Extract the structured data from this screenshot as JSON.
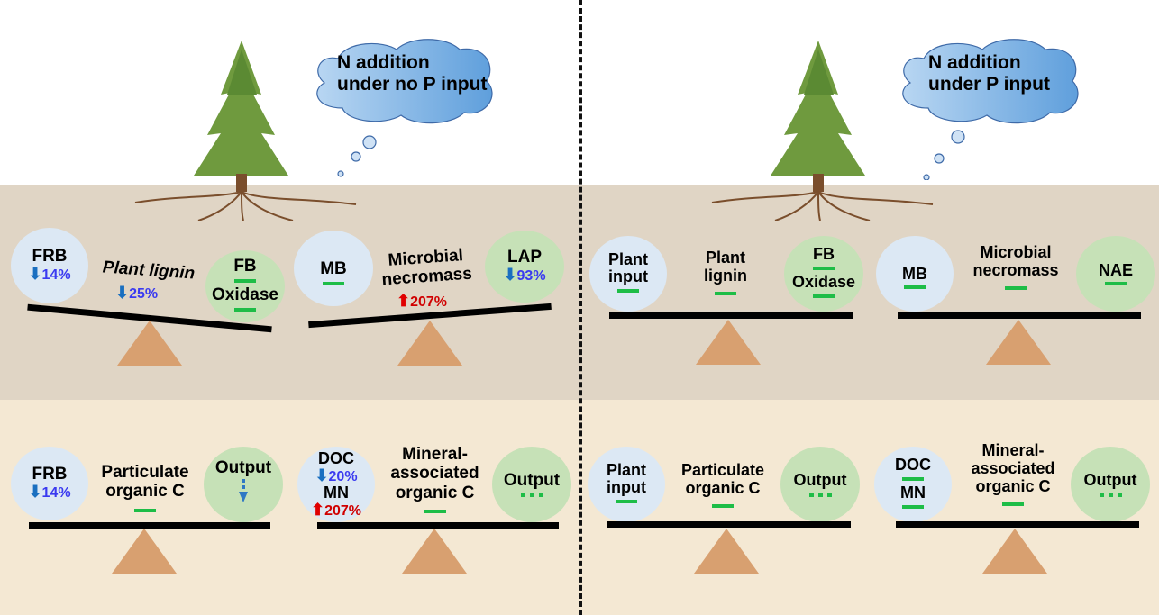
{
  "colors": {
    "soil_upper": "#e0d5c5",
    "soil_lower": "#f4e8d3",
    "circle_blue": "#dce8f4",
    "circle_green": "#c6e1b7",
    "no_change_dash": "#1ebd47",
    "decrease_text": "#3a3af0",
    "decrease_arrow": "#1a6fc0",
    "increase": "#d00000",
    "fulcrum": "#d8a070"
  },
  "left_panel": {
    "cloud_line1": "N addition",
    "cloud_line2": "under no P input",
    "upper_balances": [
      {
        "left": {
          "label": "FRB",
          "change": "14%",
          "direction": "down"
        },
        "center": {
          "label": "Plant lignin",
          "change": "25%",
          "direction": "down"
        },
        "right": {
          "label_top": "FB",
          "label_bottom": "Oxidase",
          "direction": "none"
        },
        "tilt": "left-heavy"
      },
      {
        "left": {
          "label": "MB",
          "direction": "none"
        },
        "center": {
          "label_line1": "Microbial",
          "label_line2": "necromass",
          "change": "207%",
          "direction": "up"
        },
        "right": {
          "label": "LAP",
          "change": "93%",
          "direction": "down"
        },
        "tilt": "right-light"
      }
    ],
    "lower_balances": [
      {
        "left": {
          "label": "FRB",
          "change": "14%",
          "direction": "down"
        },
        "center": {
          "label_line1": "Particulate",
          "label_line2": "organic C",
          "direction": "none"
        },
        "right": {
          "label": "Output",
          "direction": "down-dotted"
        }
      },
      {
        "left": {
          "label_top": "DOC",
          "change_top": "20%",
          "direction_top": "down",
          "label_bottom": "MN",
          "change_bottom": "207%",
          "direction_bottom": "up"
        },
        "center": {
          "label_line1": "Mineral-",
          "label_line2": "associated",
          "label_line3": "organic C",
          "direction": "none"
        },
        "right": {
          "label": "Output",
          "direction": "dotted-none"
        }
      }
    ]
  },
  "right_panel": {
    "cloud_line1": "N addition",
    "cloud_line2": "under P input",
    "upper_balances": [
      {
        "left": {
          "label_line1": "Plant",
          "label_line2": "input",
          "direction": "none"
        },
        "center": {
          "label_line1": "Plant",
          "label_line2": "lignin",
          "direction": "none"
        },
        "right": {
          "label_top": "FB",
          "label_bottom": "Oxidase",
          "direction": "none"
        }
      },
      {
        "left": {
          "label": "MB",
          "direction": "none"
        },
        "center": {
          "label_line1": "Microbial",
          "label_line2": "necromass",
          "direction": "none"
        },
        "right": {
          "label": "NAE",
          "direction": "none"
        }
      }
    ],
    "lower_balances": [
      {
        "left": {
          "label_line1": "Plant",
          "label_line2": "input",
          "direction": "none"
        },
        "center": {
          "label_line1": "Particulate",
          "label_line2": "organic C",
          "direction": "none"
        },
        "right": {
          "label": "Output",
          "direction": "dotted-none"
        }
      },
      {
        "left": {
          "label_top": "DOC",
          "label_bottom": "MN",
          "direction": "none"
        },
        "center": {
          "label_line1": "Mineral-",
          "label_line2": "associated",
          "label_line3": "organic C",
          "direction": "none"
        },
        "right": {
          "label": "Output",
          "direction": "dotted-none"
        }
      }
    ]
  },
  "icons": {
    "down_arrow": "⬇",
    "up_arrow": "⬆"
  }
}
